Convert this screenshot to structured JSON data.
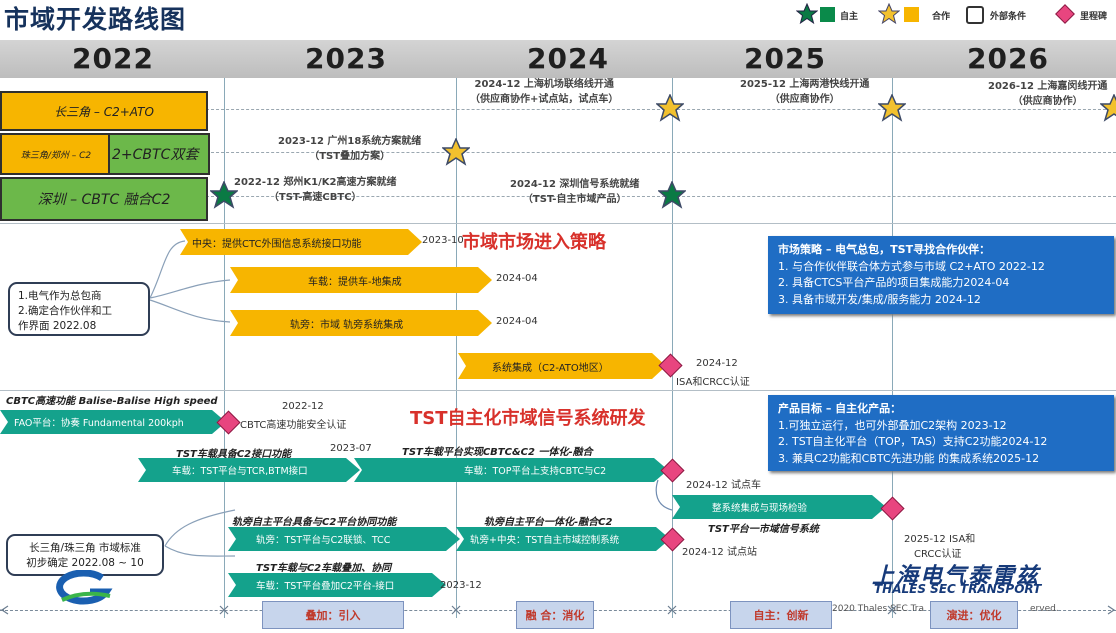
{
  "title": "市域开发路线图",
  "legend": {
    "self": "自主",
    "coop": "合作",
    "external": "外部条件",
    "milestone": "里程碑"
  },
  "years": [
    "2022",
    "2023",
    "2024",
    "2025",
    "2026"
  ],
  "rows": {
    "r1": "长三角 – C2+ATO",
    "r2a": "珠三角/郑州 – C2",
    "r2b": "2+CBTC双套",
    "r3": "深圳 – CBTC 融合C2"
  },
  "notes": {
    "n1a": "2024-12 上海机场联络线开通",
    "n1b": "（供应商协作+试点站，试点车）",
    "n2a": "2025-12 上海两港快线开通",
    "n2b": "（供应商协作）",
    "n3a": "2026-12 上海嘉闵线开通",
    "n3b": "（供应商协作）",
    "n4a": "2023-12 广州18系统方案就绪",
    "n4b": "（TST叠加方案）",
    "n5a": "2022-12 郑州K1/K2高速方案就绪",
    "n5b": "（TST-高速CBTC）",
    "n6a": "2024-12 深圳信号系统就绪",
    "n6b": "（TST-自主市域产品）"
  },
  "market": {
    "heading": "市域市场进入策略",
    "a1": "中央：提供CTC外围信息系统接口功能",
    "a1d": "2023-10",
    "a2": "车载：提供车-地集成",
    "a2d": "2024-04",
    "a3": "轨旁：市域 轨旁系统集成",
    "a3d": "2024-04",
    "a4": "系统集成（C2-ATO地区）",
    "a4d1": "2024-12",
    "a4d2": "ISA和CRCC认证",
    "left_note": [
      "1.电气作为总包商",
      "2.确定合作伙伴和工",
      "作界面 2022.08"
    ]
  },
  "box1": {
    "title": "市场策略 – 电气总包，TST寻找合作伙伴：",
    "lines": [
      "1. 与合作伙伴联合体方式参与市域 C2+ATO 2022-12",
      "2. 具备CTCS平台产品的项目集成能力2024-04",
      "3. 具备市域开发/集成/服务能力 2024-12"
    ]
  },
  "tst": {
    "heading": "TST自主化市域信号系统研发",
    "cbtc_title": "CBTC高速功能 Balise-Balise High speed",
    "fao": "FAO平台：协奏 Fundamental 200kph",
    "fao_d1": "2022-12",
    "fao_d2": "CBTC高速功能安全认证",
    "g1t": "TST车载具备C2接口功能",
    "g1": "车载：TST平台与TCR,BTM接口",
    "g1d": "2023-07",
    "g2t": "TST车载平台实现CBTC&C2 一体化-融合",
    "g2": "车载：TOP平台上支持CBTC与C2",
    "g2d": "2024-12 试点车",
    "g3": "整系统集成与现场检验",
    "g3t": "TST平台一市域信号系统",
    "g4t": "轨旁自主平台具备与C2平台协同功能",
    "g4": "轨旁：TST平台与C2联锁、TCC",
    "g5t": "轨旁自主平台一体化-融合C2",
    "g5": "轨旁+中央：TST自主市域控制系统",
    "g5d": "2024-12 试点站",
    "g6t": "TST车载与C2车载叠加、协同",
    "g6": "车载：TST平台叠加C2平台-接口",
    "g6d": "2023-12",
    "m1": "2025-12 ISA和",
    "m2": "CRCC认证",
    "left_note": [
      "长三角/珠三角 市域标准",
      "初步确定 2022.08 ~ 10"
    ]
  },
  "box2": {
    "title": "产品目标 – 自主化产品：",
    "lines": [
      "1.可独立运行，也可外部叠加C2架构 2023-12",
      "2. TST自主化平台（TOP，TAS）支持C2功能2024-12",
      "3. 兼具C2功能和CBTC先进功能 的集成系统2025-12"
    ]
  },
  "brand": {
    "cn": "上海电气泰雷兹",
    "en": "THALES SEC TRANSPORT",
    "copy": "2020 Thales SEC Tra",
    "copy2": "erved."
  },
  "phases": [
    "叠加：引入",
    "融 合：消化",
    "自主：创新",
    "演进：优化"
  ],
  "colors": {
    "self": "#0a8a4a",
    "coop": "#f7b500",
    "milestone": "#e8457f",
    "teal": "#14a28c",
    "blue": "#1f6dc4"
  }
}
